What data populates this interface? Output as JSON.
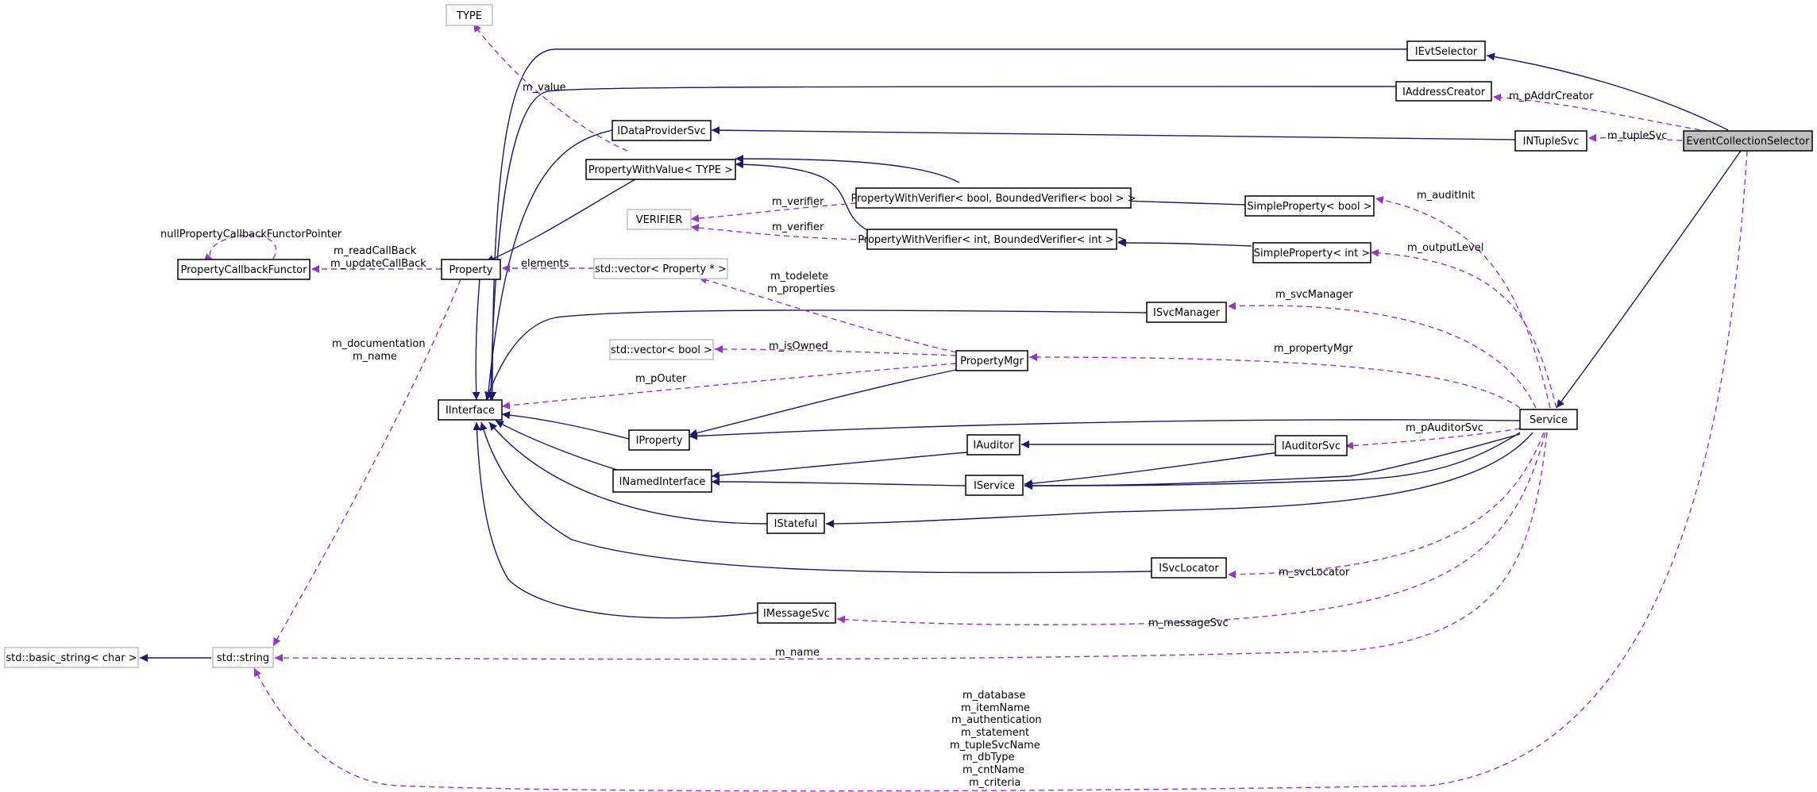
{
  "diagram": {
    "focus_class": "EventCollectionSelector",
    "nodes": {
      "type": "TYPE",
      "ievtselector": "IEvtSelector",
      "iaddresscreator": "IAddressCreator",
      "idataprovidersvc": "IDataProviderSvc",
      "ituplesvc": "INTupleSvc",
      "eventcollectionselector": "EventCollectionSelector",
      "propertywithvalue": "PropertyWithValue< TYPE >",
      "pwv_bool": "PropertyWithVerifier< bool, BoundedVerifier< bool > >",
      "simpleproperty_bool": "SimpleProperty< bool >",
      "verifier": "VERIFIER",
      "pwv_int": "PropertyWithVerifier< int, BoundedVerifier< int > >",
      "simpleproperty_int": "SimpleProperty< int >",
      "propertycallbackfunctor": "PropertyCallbackFunctor",
      "property": "Property",
      "vector_property": "std::vector< Property * >",
      "isvcmanager": "ISvcManager",
      "vector_bool": "std::vector< bool >",
      "propertymgr": "PropertyMgr",
      "iinterface": "IInterface",
      "service": "Service",
      "iproperty": "IProperty",
      "iauditor": "IAuditor",
      "iauditorsvc": "IAuditorSvc",
      "inamedinterface": "INamedInterface",
      "iservice": "IService",
      "istateful": "IStateful",
      "isvclocator": "ISvcLocator",
      "imessagesvc": "IMessageSvc",
      "basic_string": "std::basic_string< char >",
      "std_string": "std::string"
    },
    "labels": {
      "m_value": "m_value",
      "m_pAddrCreator": "m_pAddrCreator",
      "m_tupleSvc": "m_tupleSvc",
      "m_auditInit": "m_auditInit",
      "m_verifier_bool": "m_verifier",
      "m_verifier_int": "m_verifier",
      "nullPropertyCallbackFunctorPointer": "nullPropertyCallbackFunctorPointer",
      "m_readCallBack": "m_readCallBack",
      "m_updateCallBack": "m_updateCallBack",
      "elements": "elements",
      "m_outputLevel": "m_outputLevel",
      "m_todelete": "m_todelete",
      "m_properties": "m_properties",
      "m_svcManager": "m_svcManager",
      "m_documentation": "m_documentation",
      "m_name_property": "m_name",
      "m_isOwned": "m_isOwned",
      "m_propertyMgr": "m_propertyMgr",
      "m_pOuter": "m_pOuter",
      "m_pAuditorSvc": "m_pAuditorSvc",
      "m_svcLocator": "m_svcLocator",
      "m_messageSvc": "m_messageSvc",
      "m_name_service": "m_name",
      "m_database": "m_database",
      "m_itemName": "m_itemName",
      "m_authentication": "m_authentication",
      "m_statement": "m_statement",
      "m_tupleSvcName": "m_tupleSvcName",
      "m_dbType": "m_dbType",
      "m_cntName": "m_cntName",
      "m_criteria": "m_criteria"
    },
    "colors": {
      "inheritance_edge": "#191970",
      "usage_edge": "#9a32cd",
      "focus_fill": "#bfbfbf",
      "external_border": "#bfbfbf"
    }
  }
}
